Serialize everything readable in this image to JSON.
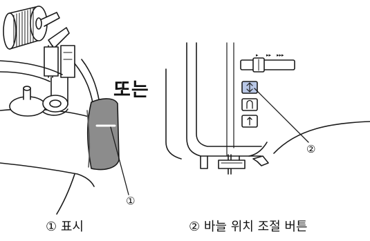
{
  "separator": {
    "text": "또는"
  },
  "callouts": [
    {
      "text": "①"
    },
    {
      "text": "②"
    }
  ],
  "captions": [
    {
      "text": "① 표시"
    },
    {
      "text": "② 바늘 위치 조절 버튼"
    }
  ],
  "speed_marks": [
    "▸",
    "▸▸",
    "▸▸▸"
  ],
  "colors": {
    "line": "#1a1a1a",
    "handwheel": "#8c8c8c",
    "button_highlight": "#b8c7e6"
  },
  "icons": [
    "needle-position-icon",
    "reverse-stitch-icon",
    "needle-up-down-icon"
  ]
}
